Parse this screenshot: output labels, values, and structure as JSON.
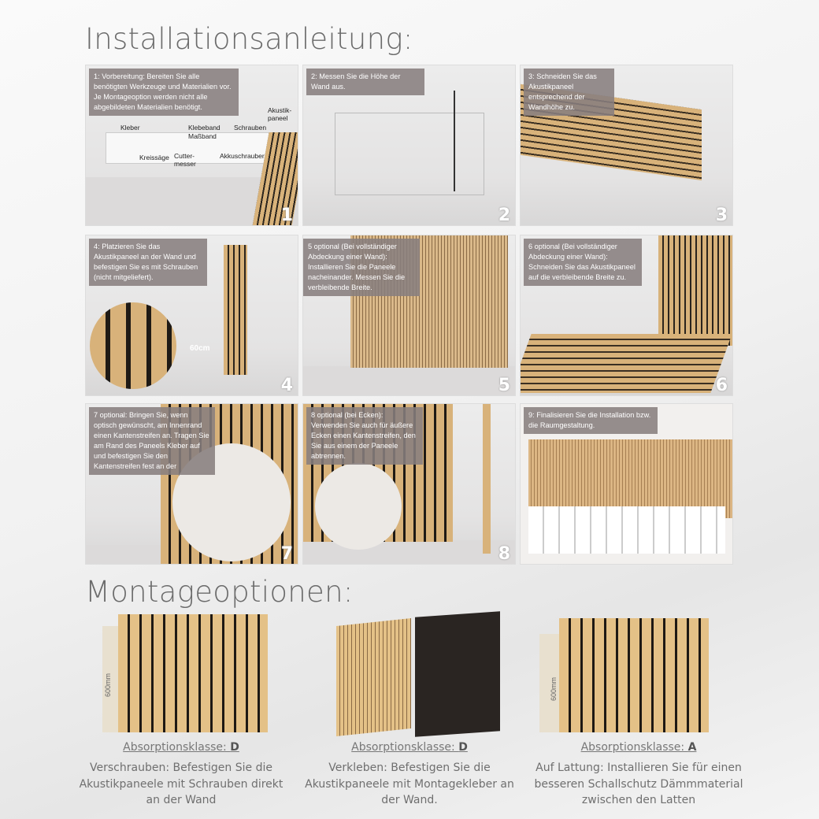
{
  "title": "Installationsanleitung:",
  "steps": [
    {
      "num": "1",
      "text": "1: Vorbereitung: Bereiten Sie alle benötigten Werkzeuge und Materialien vor. Je Montageoption werden nicht alle abgebildeten Materialien benötigt.",
      "labels": {
        "kleber": "Kleber",
        "klebeband": "Klebeband",
        "massband": "Maßband",
        "schrauben": "Schrauben",
        "akustikpaneel": "Akustik-paneel",
        "kreissaege": "Kreissäge",
        "cuttermesser": "Cutter-messer",
        "akkuschrauber": "Akkuschrauber"
      }
    },
    {
      "num": "2",
      "text": "2: Messen Sie die Höhe der Wand aus."
    },
    {
      "num": "3",
      "text": "3: Schneiden Sie das Akustikpaneel entsprechend der Wandhöhe zu."
    },
    {
      "num": "4",
      "text": "4: Platzieren Sie das Akustikpaneel an der Wand und befestigen Sie es mit Schrauben (nicht mitgeliefert).",
      "measure": "60cm"
    },
    {
      "num": "5",
      "text": "5 optional (Bei vollständiger Abdeckung einer Wand): Installieren Sie die Paneele nacheinander. Messen Sie die verbleibende Breite."
    },
    {
      "num": "6",
      "text": "6 optional (Bei vollständiger Abdeckung einer Wand): Schneiden Sie das Akustikpaneel auf die verbleibende Breite zu."
    },
    {
      "num": "7",
      "text": "7 optional: Bringen Sie, wenn optisch gewünscht, am Innenrand einen Kantenstreifen an. Tragen Sie am Rand des Paneels Kleber auf und befestigen Sie den Kantenstreifen fest an der"
    },
    {
      "num": "8",
      "text": "8 optional (bei Ecken): Verwenden Sie auch für äußere Ecken einen Kantenstreifen, den Sie aus einem der Paneele abtrennen."
    },
    {
      "num": "9",
      "text": "9: Finalisieren Sie die Installation bzw. die Raumgestaltung."
    }
  ],
  "options_title": "Montageoptionen:",
  "options": [
    {
      "class_label": "Absorptionsklasse: ",
      "class_value": "D",
      "desc": "Verschrauben: Befestigen Sie die Akustikpaneele mit Schrauben direkt an der Wand",
      "measure": "600mm"
    },
    {
      "class_label": "Absorptionsklasse: ",
      "class_value": "D",
      "desc": "Verkleben: Befestigen Sie die Akustikpaneele mit Montagekleber an der Wand."
    },
    {
      "class_label": "Absorptionsklasse: ",
      "class_value": "A",
      "desc": "Auf Lattung: Installieren Sie für einen besseren Schallschutz Dämmmaterial zwischen den Latten",
      "measure": "600mm"
    }
  ]
}
